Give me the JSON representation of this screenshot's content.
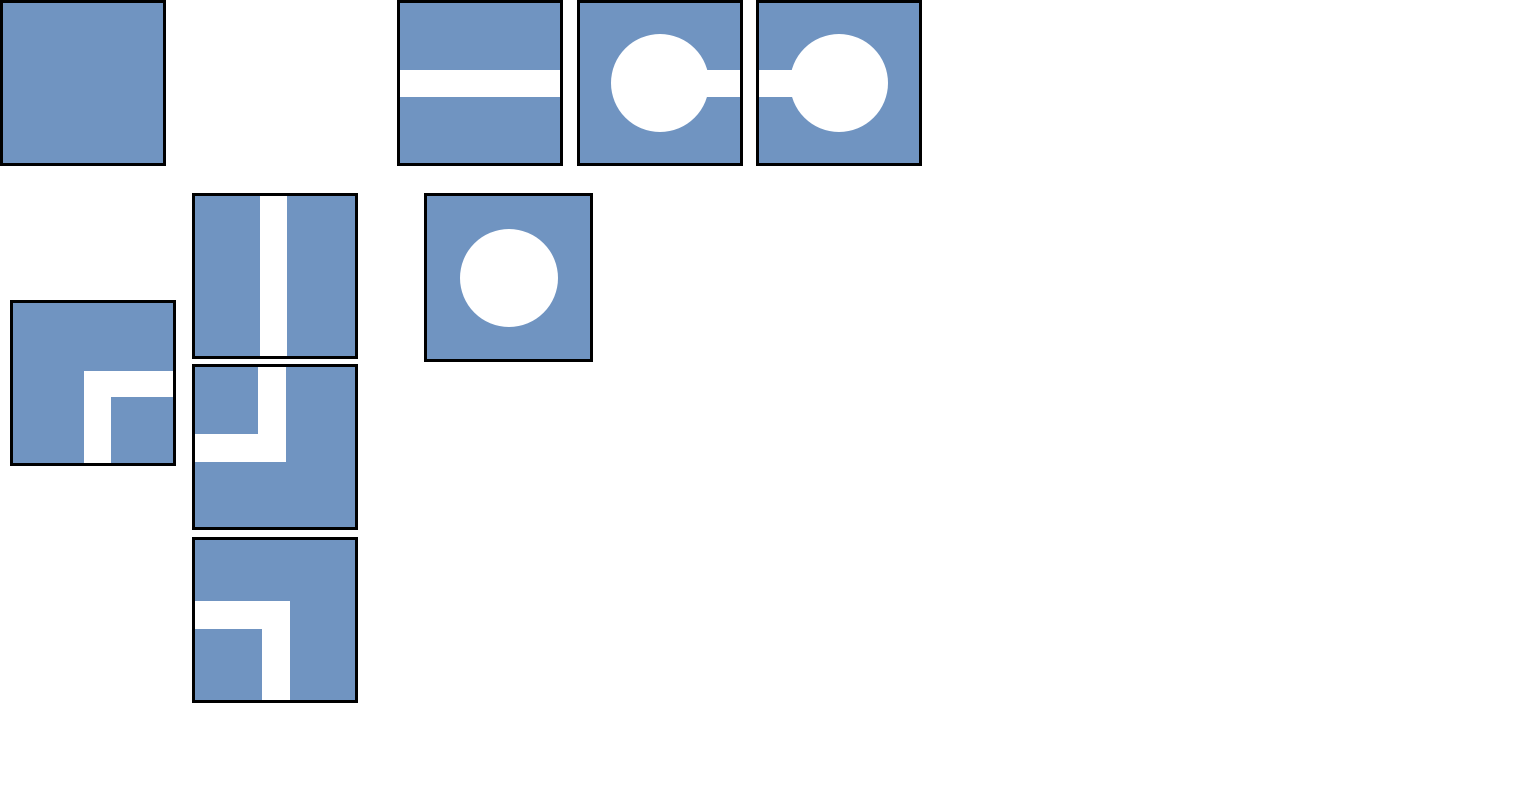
{
  "board": {
    "tile_color": "#7094c1",
    "pipe_color": "#ffffff",
    "border_color": "#000000",
    "background": "#ffffff"
  },
  "tiles": [
    {
      "id": "blank",
      "kind": "empty",
      "connections": []
    },
    {
      "id": "straight-h",
      "kind": "straight",
      "connections": [
        "left",
        "right"
      ]
    },
    {
      "id": "end-right",
      "kind": "endpoint",
      "connections": [
        "right"
      ]
    },
    {
      "id": "end-left",
      "kind": "endpoint",
      "connections": [
        "left"
      ]
    },
    {
      "id": "straight-v",
      "kind": "straight",
      "connections": [
        "up",
        "down"
      ]
    },
    {
      "id": "isolated",
      "kind": "endpoint",
      "connections": []
    },
    {
      "id": "elbow-se",
      "kind": "elbow",
      "connections": [
        "right",
        "down"
      ]
    },
    {
      "id": "elbow-nw",
      "kind": "elbow",
      "connections": [
        "up",
        "left"
      ]
    },
    {
      "id": "elbow-sw",
      "kind": "elbow",
      "connections": [
        "left",
        "down"
      ]
    }
  ]
}
